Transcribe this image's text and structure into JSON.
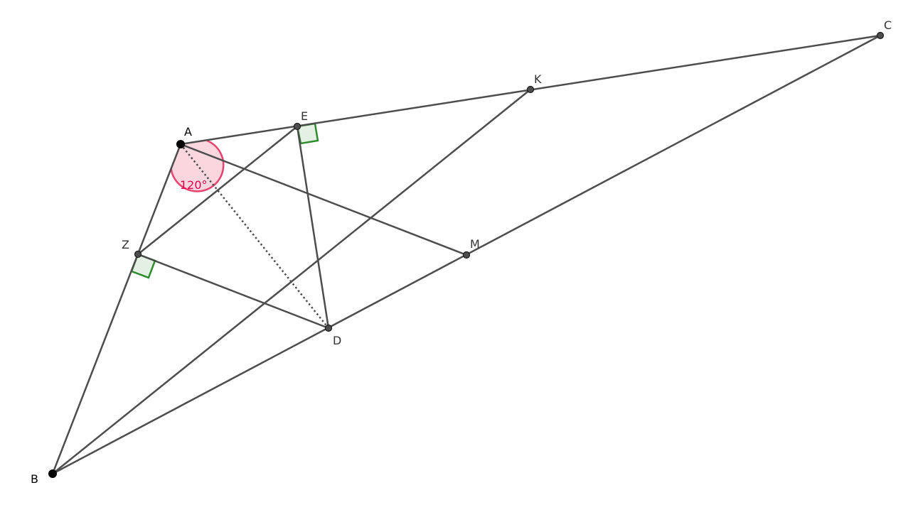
{
  "points": {
    "A": "A",
    "B": "B",
    "C": "C",
    "D": "D",
    "E": "E",
    "Z": "Z",
    "K": "K",
    "M": "M"
  },
  "angle": {
    "label": "120°",
    "color": "#e0004d",
    "fill": "#f4a3b8"
  },
  "colors": {
    "segment": "#4d4d4d",
    "right_angle": "#2e8b2e"
  }
}
